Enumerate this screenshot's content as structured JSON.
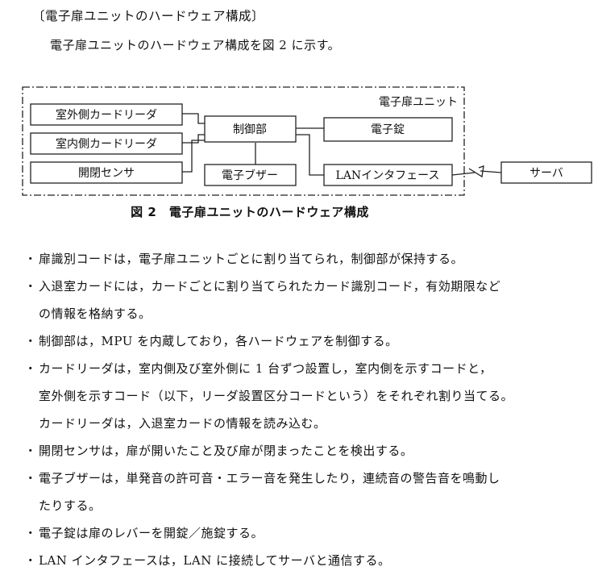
{
  "heading": "〔電子扉ユニットのハードウェア構成〕",
  "intro": "電子扉ユニットのハードウェア構成を図 2 に示す。",
  "diagram": {
    "container_label": "電子扉ユニット",
    "boxes": {
      "outdoor_reader": "室外側カードリーダ",
      "indoor_reader": "室内側カードリーダ",
      "open_close_sensor": "開閉センサ",
      "control_unit": "制御部",
      "buzzer": "電子ブザー",
      "electronic_lock": "電子錠",
      "lan_interface": "LANインタフェース",
      "server": "サーバ"
    },
    "caption": "図 2　電子扉ユニットのハードウェア構成"
  },
  "bullets": [
    {
      "lines": [
        "扉識別コードは，電子扉ユニットごとに割り当てられ，制御部が保持する。"
      ]
    },
    {
      "lines": [
        "入退室カードには，カードごとに割り当てられたカード識別コード，有効期限など",
        "の情報を格納する。"
      ]
    },
    {
      "lines": [
        "制御部は，MPU を内蔵しており，各ハードウェアを制御する。"
      ]
    },
    {
      "lines": [
        "カードリーダは，室内側及び室外側に 1 台ずつ設置し，室内側を示すコードと，",
        "室外側を示すコード（以下，リーダ設置区分コードという）をそれぞれ割り当てる。",
        "カードリーダは，入退室カードの情報を読み込む。"
      ]
    },
    {
      "lines": [
        "開閉センサは，扉が開いたこと及び扉が閉まったことを検出する。"
      ]
    },
    {
      "lines": [
        "電子ブザーは，単発音の許可音・エラー音を発生したり，連続音の警告音を鳴動し",
        "たりする。"
      ]
    },
    {
      "lines": [
        "電子錠は扉のレバーを開錠／施錠する。"
      ]
    },
    {
      "lines": [
        "LAN インタフェースは，LAN に接続してサーバと通信する。"
      ]
    }
  ]
}
